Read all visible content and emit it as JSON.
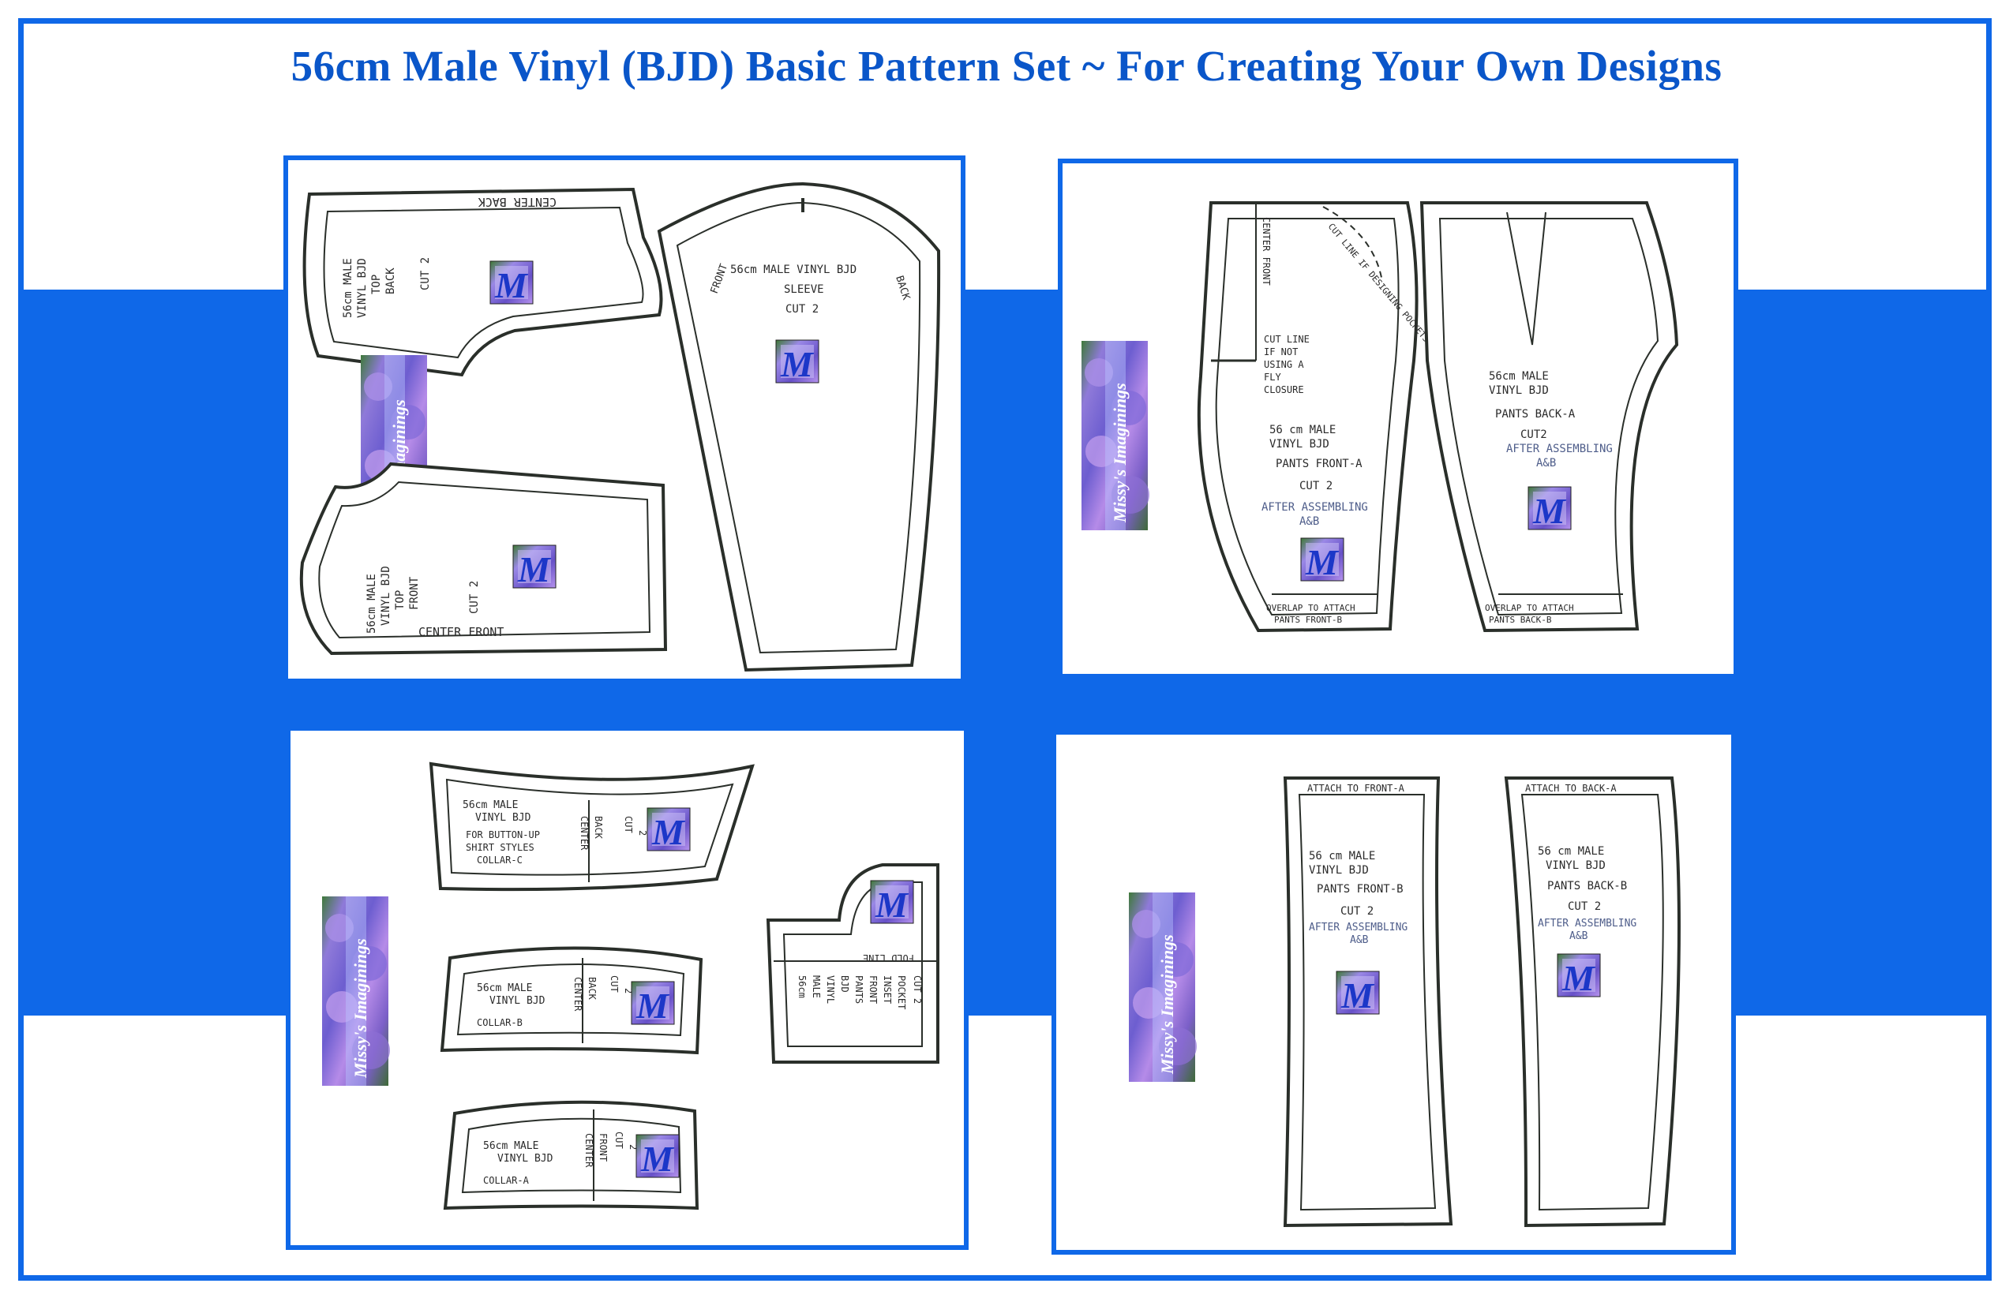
{
  "title": "56cm Male Vinyl (BJD) Basic Pattern Set ~ For Creating Your Own Designs",
  "colors": {
    "frame": "#0f68e8",
    "title": "#0a56c9",
    "ink": "#2a2a2a"
  },
  "logo": {
    "brand_text": "Missy's Imaginings",
    "monogram": "M"
  },
  "panels": {
    "top_left": {
      "top_back": {
        "arrow_label": "CENTER BACK",
        "l1": "56cm MALE",
        "l2": "VINYL BJD",
        "l3": "TOP",
        "l4": "BACK",
        "cut": "CUT 2"
      },
      "top_front": {
        "arrow_label": "CENTER FRONT",
        "l1": "56cm MALE",
        "l2": "VINYL BJD",
        "l3": "TOP",
        "l4": "FRONT",
        "cut": "CUT 2"
      },
      "sleeve": {
        "l1": "56cm MALE VINYL BJD",
        "l2": "SLEEVE",
        "cut": "CUT 2",
        "front": "FRONT",
        "back": "BACK"
      }
    },
    "top_right": {
      "pants_front_a": {
        "center_front": "CENTER FRONT",
        "pocket_note": "CUT LINE IF DESIGNING POCKETS",
        "fly1": "CUT LINE",
        "fly2": "IF NOT",
        "fly3": "USING A",
        "fly4": "FLY",
        "fly5": "CLOSURE",
        "l1": "56 cm MALE",
        "l2": "VINYL BJD",
        "l3": "PANTS FRONT-A",
        "cut": "CUT 2",
        "after": "AFTER ASSEMBLING",
        "ab": "A&B",
        "overlap1": "OVERLAP TO ATTACH",
        "overlap2": "PANTS FRONT-B"
      },
      "pants_back_a": {
        "l1": "56cm MALE",
        "l2": "VINYL BJD",
        "l3": "PANTS BACK-A",
        "cut": "CUT2",
        "after": "AFTER ASSEMBLING",
        "ab": "A&B",
        "overlap1": "OVERLAP TO ATTACH",
        "overlap2": "PANTS BACK-B"
      }
    },
    "bottom_left": {
      "collar_c": {
        "l1": "56cm MALE",
        "l2": "VINYL BJD",
        "l3": "FOR BUTTON-UP",
        "l4": "SHIRT STYLES",
        "l5": "COLLAR-C",
        "center": "CENTER",
        "back": "BACK",
        "cut": "CUT",
        "n": "2"
      },
      "collar_b": {
        "l1": "56cm MALE",
        "l2": "VINYL BJD",
        "l3": "COLLAR-B",
        "center": "CENTER",
        "back": "BACK",
        "cut": "CUT",
        "n": "2"
      },
      "collar_a": {
        "l1": "56cm MALE",
        "l2": "VINYL BJD",
        "l3": "COLLAR-A",
        "center": "CENTER",
        "front": "FRONT",
        "cut": "CUT",
        "n": "2"
      },
      "pocket": {
        "fold": "FOLD LINE",
        "l1": "56cm",
        "l2": "MALE",
        "l3": "VINYL",
        "l4": "BJD",
        "l5": "PANTS",
        "l6": "FRONT",
        "l7": "INSET",
        "l8": "POCKET",
        "cut": "CUT 2"
      }
    },
    "bottom_right": {
      "pants_front_b": {
        "attach": "ATTACH TO FRONT-A",
        "l1": "56 cm MALE",
        "l2": "VINYL BJD",
        "l3": "PANTS FRONT-B",
        "cut": "CUT 2",
        "after": "AFTER ASSEMBLING",
        "ab": "A&B"
      },
      "pants_back_b": {
        "attach": "ATTACH TO BACK-A",
        "l1": "56 cm MALE",
        "l2": "VINYL BJD",
        "l3": "PANTS BACK-B",
        "cut": "CUT 2",
        "after": "AFTER ASSEMBLING",
        "ab": "A&B"
      }
    }
  }
}
